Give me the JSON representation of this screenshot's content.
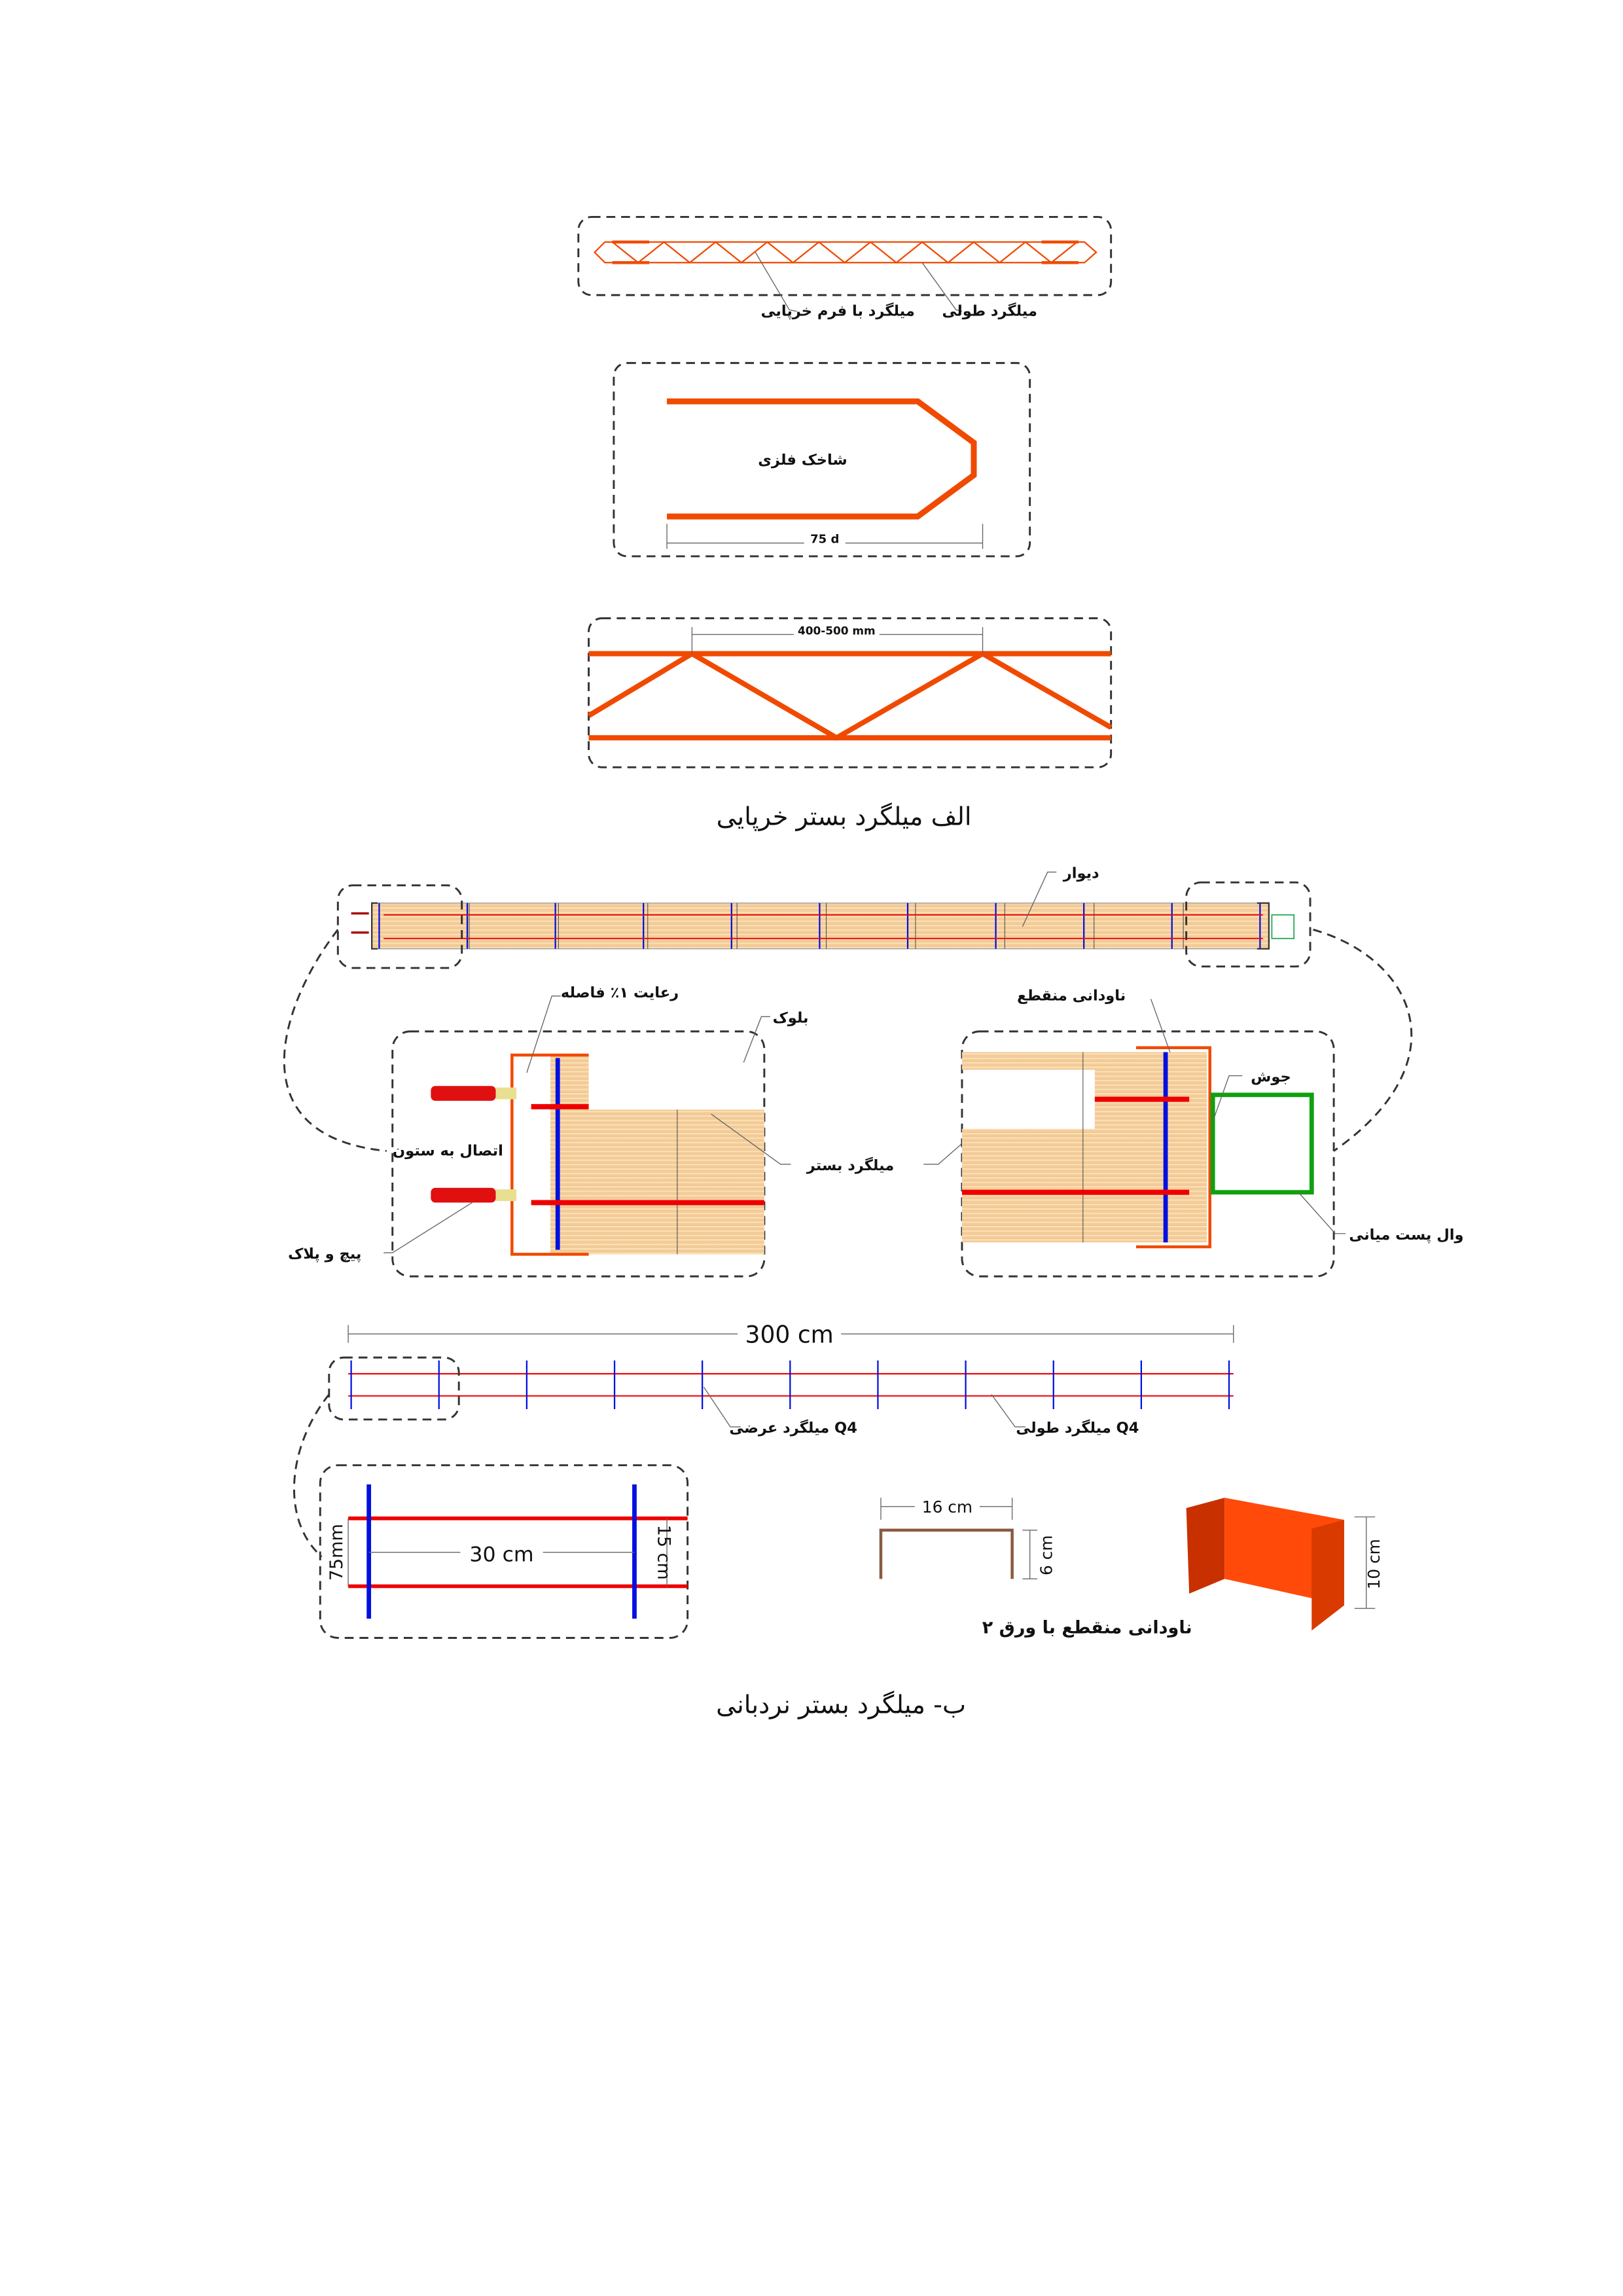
{
  "section_a": {
    "caption": "الف میلگرد بستر خرپایی",
    "label_longitudinal": "میلگرد طولی",
    "label_truss": "میلگرد با فرم خرپایی",
    "label_hook": "شاخک فلزی",
    "dim_hook": "75 d",
    "dim_spacing": "400-500 mm"
  },
  "section_b": {
    "caption": "ب- میلگرد بستر نردبانی",
    "label_wall": "دیوار",
    "label_gap": "رعایت ۱٪ فاصله",
    "label_block": "بلوک",
    "label_column": "اتصال به ستون",
    "label_screw": "پیچ و پلاک",
    "label_rebar": "میلگرد بستر",
    "label_channel": "ناودانی منقطع",
    "label_weld": "جوش",
    "label_post": "وال پست میانی",
    "dim_total": "300 cm",
    "label_transverse": "Q4 میلگرد عرضی",
    "label_long": "Q4 میلگرد طولی",
    "dim_30": "30 cm",
    "dim_15": "15 cm",
    "dim_75": "75mm",
    "dim_16": "16 cm",
    "dim_6": "6 cm",
    "dim_10": "10 cm",
    "label_channel_sheet": "ناودانی منقطع با ورق ۲"
  },
  "colors": {
    "rebar": "#f04a00",
    "red": "#e00000",
    "blue": "#0010e0",
    "green": "#10a010",
    "block": "#f5c99a"
  }
}
